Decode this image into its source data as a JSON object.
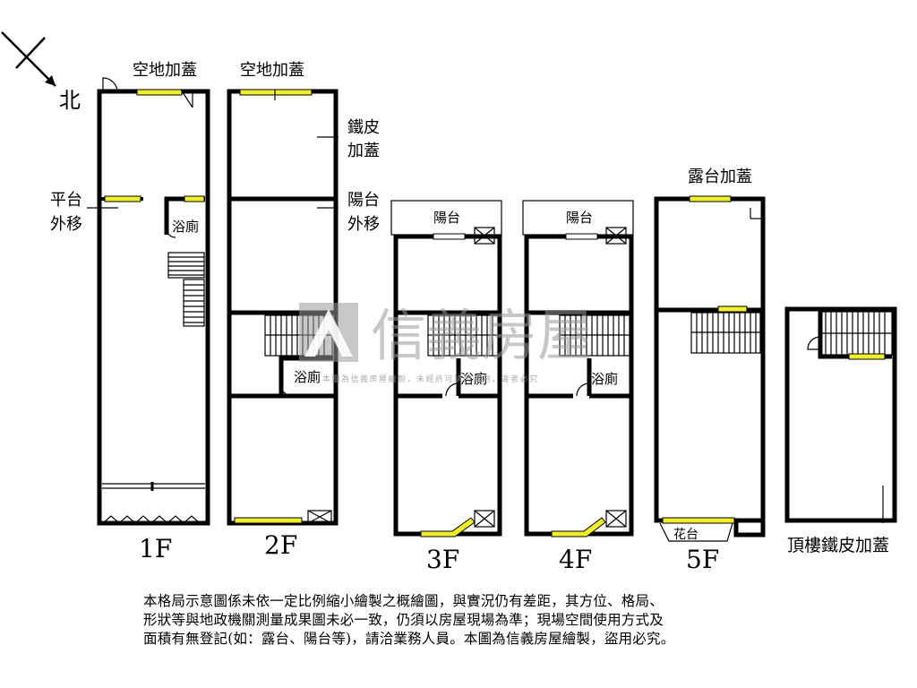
{
  "compass": {
    "north_label": "北"
  },
  "floors": [
    {
      "id": "1F",
      "label": "1F",
      "rooms": [
        "空地加蓋",
        "平台",
        "外移",
        "浴廁"
      ]
    },
    {
      "id": "2F",
      "label": "2F",
      "rooms": [
        "空地加蓋",
        "鐵皮",
        "加蓋",
        "陽台",
        "外移",
        "浴廁"
      ]
    },
    {
      "id": "3F",
      "label": "3F",
      "rooms": [
        "陽台",
        "浴廁"
      ]
    },
    {
      "id": "4F",
      "label": "4F",
      "rooms": [
        "陽台",
        "浴廁"
      ]
    },
    {
      "id": "5F",
      "label": "5F",
      "rooms": [
        "露台加蓋",
        "花台"
      ]
    },
    {
      "id": "roof",
      "label": "頂樓鐵皮加蓋",
      "rooms": []
    }
  ],
  "watermark": {
    "brand": "信義房屋",
    "small_text": "本圖為信義房屋繪製，未經許可請勿盜用，違者必究"
  },
  "disclaimer": [
    "本格局示意圖係未依一定比例縮小繪製之概繪圖，與實況仍有差距，其方位、格局、",
    "形狀等與地政機關測量成果圖未必一致，仍須以房屋現場為準；現場空間使用方式及",
    "面積有無登記(如：露台、陽台等)，請洽業務人員。本圖為信義房屋繪製，盜用必究。"
  ],
  "colors": {
    "window": "#f1ef2b",
    "wall": "#000000",
    "watermark": "#9a9a9a"
  }
}
